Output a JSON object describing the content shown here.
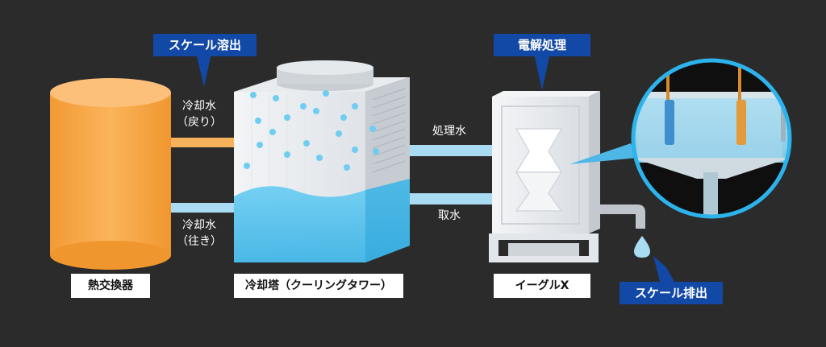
{
  "callouts": {
    "scale_dissolve": "スケール溶出",
    "electrolysis": "電解処理",
    "scale_discharge": "スケール排出"
  },
  "captions": {
    "heat_exchanger": "熱交換器",
    "cooling_tower": "冷却塔（クーリングタワー）",
    "eagle_x": "イーグルX"
  },
  "flows": {
    "return_line1": "冷却水",
    "return_line2": "（戻り）",
    "supply_line1": "冷却水",
    "supply_line2": "（往き）",
    "treated_water": "処理水",
    "intake_water": "取水"
  },
  "colors": {
    "background": "#2b2b2b",
    "callout": "#1248a6",
    "heat_exchanger": "#f7a443",
    "water": "#5ec6ef",
    "pipe": "#a9dcf2"
  }
}
